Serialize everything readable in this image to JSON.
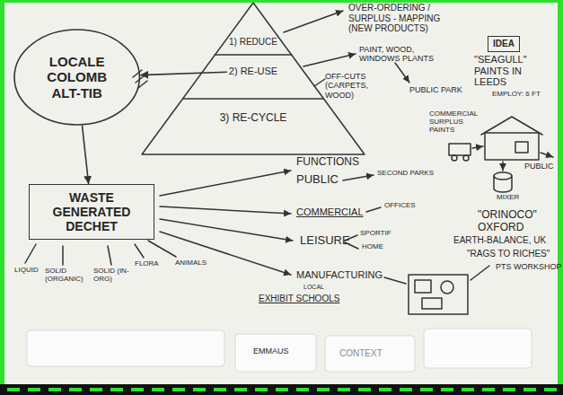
{
  "diagram": {
    "nodes": [
      {
        "text": [
          "LOCALE COLOMB ALT-TIB"
        ]
      },
      {
        "text": [
          "1) REDUCE"
        ]
      },
      {
        "text": [
          "2) RE-USE"
        ]
      },
      {
        "text": [
          "3) RE-CYCLE"
        ]
      },
      {
        "text": [
          "WASTE GENERATED DECHET"
        ]
      },
      {
        "text": [
          "IDEA"
        ]
      }
    ],
    "edges": [
      {
        "from": 0,
        "to": 4,
        "arrow": "to"
      },
      {
        "from": 2,
        "to": 0,
        "arrow": "to"
      }
    ],
    "labels": [
      "OVER-ORDERING / SURPLUS - MAPPING (NEW PRODUCTS)",
      "PAINT, WOOD, WINDOWS PLANTS",
      "OFF-CUTS (CARPETS, WOOD)",
      "PUBLIC PARK",
      "\"SEAGULL\" PAINTS IN LEEDS",
      "EMPLOY: 6 FT",
      "COMMERCIAL SURPLUS PAINTS",
      "PUBLIC",
      "MIXER",
      "\"ORINOCO\" OXFORD",
      "EARTH-BALANCE, UK",
      "\"RAGS TO RICHES\"",
      "PTS WORKSHOP",
      "FUNCTIONS",
      "PUBLIC",
      "SECOND PARKS",
      "COMMERCIAL",
      "OFFICES",
      "LEISURE",
      "SPORTIF",
      "HOME",
      "MANUFACTURING",
      "LOCAL",
      "EXHIBIT SCHOOLS",
      "LIQUID",
      "SOLID (ORGANIC)",
      "SOLID (IN-ORG)",
      "FLORA",
      "ANIMALS",
      "EMMAUS",
      "CONTEXT"
    ]
  }
}
